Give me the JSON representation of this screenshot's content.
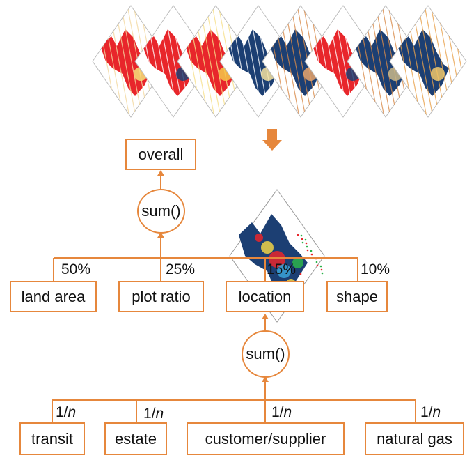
{
  "colors": {
    "accent": "#e6873c",
    "navy": "#1c3f73",
    "red": "#e8262b"
  },
  "top_maps": {
    "count": 8,
    "caption": ""
  },
  "arrow": {
    "icon": "down-arrow-icon"
  },
  "nodes": {
    "overall": "overall",
    "sum_top": "sum()",
    "sum_bottom": "sum()",
    "land_area": "land area",
    "plot_ratio": "plot ratio",
    "location": "location",
    "shape": "shape",
    "transit": "transit",
    "estate": "estate",
    "customer_supplier": "customer/supplier",
    "natural_gas": "natural gas"
  },
  "weights": {
    "land_area": "50%",
    "plot_ratio": "25%",
    "location": "15%",
    "shape": "10%"
  },
  "sub_weights": {
    "transit": {
      "num": "1/",
      "var": "n"
    },
    "estate": {
      "num": "1/",
      "var": "n"
    },
    "customer_supplier": {
      "num": "1/",
      "var": "n"
    },
    "natural_gas": {
      "num": "1/",
      "var": "n"
    }
  }
}
